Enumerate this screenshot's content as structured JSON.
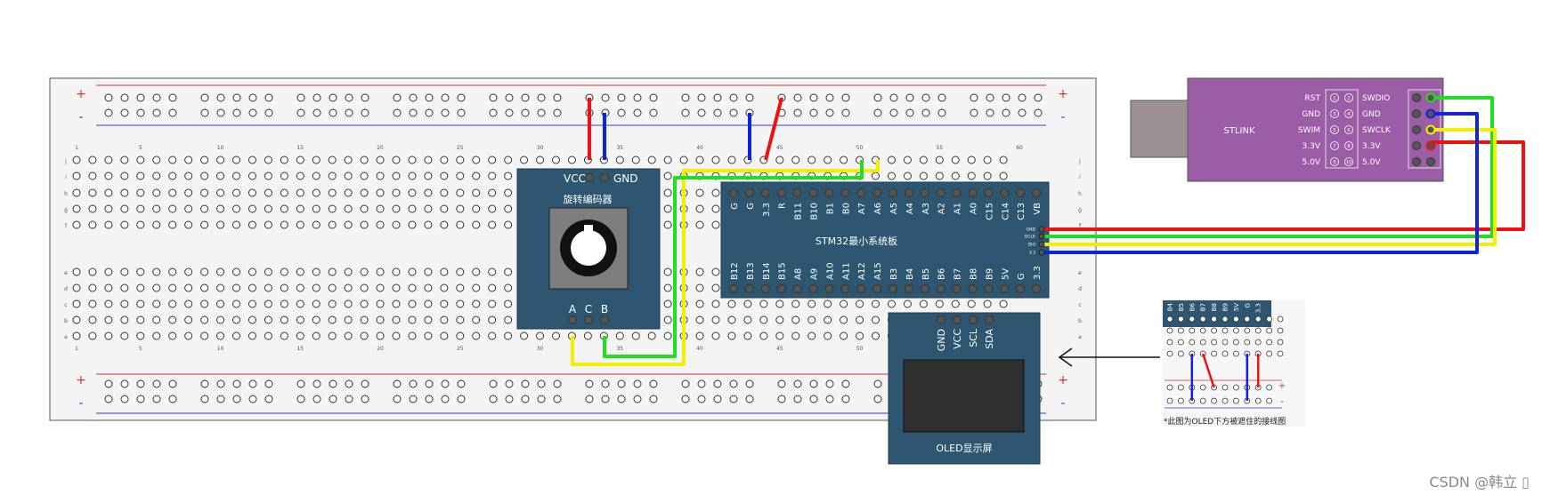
{
  "colors": {
    "board_bg": "#f4f4f4",
    "board_border": "#555555",
    "rail_red": "#d83030",
    "rail_blue": "#3040c8",
    "module": "#2e5670",
    "stlink": "#9b5ea6",
    "usb": "#9b9194",
    "wire_red": "#ee1111",
    "wire_blue": "#1122dd",
    "wire_green": "#22dd22",
    "wire_yellow": "#f0f000"
  },
  "breadboard": {
    "plus": "+",
    "minus": "-",
    "row_letters_top": [
      "j",
      "i",
      "h",
      "g",
      "f"
    ],
    "row_letters_bottom": [
      "e",
      "d",
      "c",
      "b",
      "a"
    ],
    "column_numbers": [
      "1",
      "5",
      "10",
      "15",
      "20",
      "25",
      "30",
      "35",
      "40",
      "45",
      "50",
      "55",
      "60"
    ]
  },
  "encoder": {
    "title": "旋转编码器",
    "pin_vcc": "VCC",
    "pin_gnd": "GND",
    "pin_a": "A",
    "pin_c": "C",
    "pin_b": "B"
  },
  "stm32": {
    "title": "STM32最小系统板",
    "top_pins": [
      "G",
      "G",
      "3.3",
      "R",
      "B11",
      "B10",
      "B1",
      "B0",
      "A7",
      "A6",
      "A5",
      "A4",
      "A3",
      "A2",
      "A1",
      "A0",
      "C15",
      "C14",
      "C13",
      "VB"
    ],
    "bottom_pins": [
      "B12",
      "B13",
      "B14",
      "B15",
      "A8",
      "A9",
      "A10",
      "A11",
      "A12",
      "A15",
      "B3",
      "B4",
      "B5",
      "B6",
      "B7",
      "B8",
      "B9",
      "5V",
      "G",
      "3.3"
    ],
    "swd_pins": [
      "GND",
      "DCLK",
      "DIO",
      "3.3"
    ]
  },
  "oled": {
    "title": "OLED显示屏",
    "pins": [
      "GND",
      "VCC",
      "SCL",
      "SDA"
    ]
  },
  "stlink": {
    "title": "STLINK",
    "left_labels": [
      "RST",
      "GND",
      "SWIM",
      "3.3V",
      "5.0V"
    ],
    "right_labels": [
      "SWDIO",
      "GND",
      "SWCLK",
      "3.3V",
      "5.0V"
    ],
    "pin_numbers": [
      "1",
      "2",
      "3",
      "4",
      "5",
      "6",
      "7",
      "8",
      "9",
      "10"
    ]
  },
  "inset": {
    "pins": [
      "B4",
      "B5",
      "B6",
      "B7",
      "B8",
      "B9",
      "5V",
      "G",
      "3.3"
    ],
    "plus": "+",
    "minus": "-",
    "caption": "*此图为OLED下方被遮住的接线图"
  },
  "watermark": "CSDN @韩立  ▯"
}
